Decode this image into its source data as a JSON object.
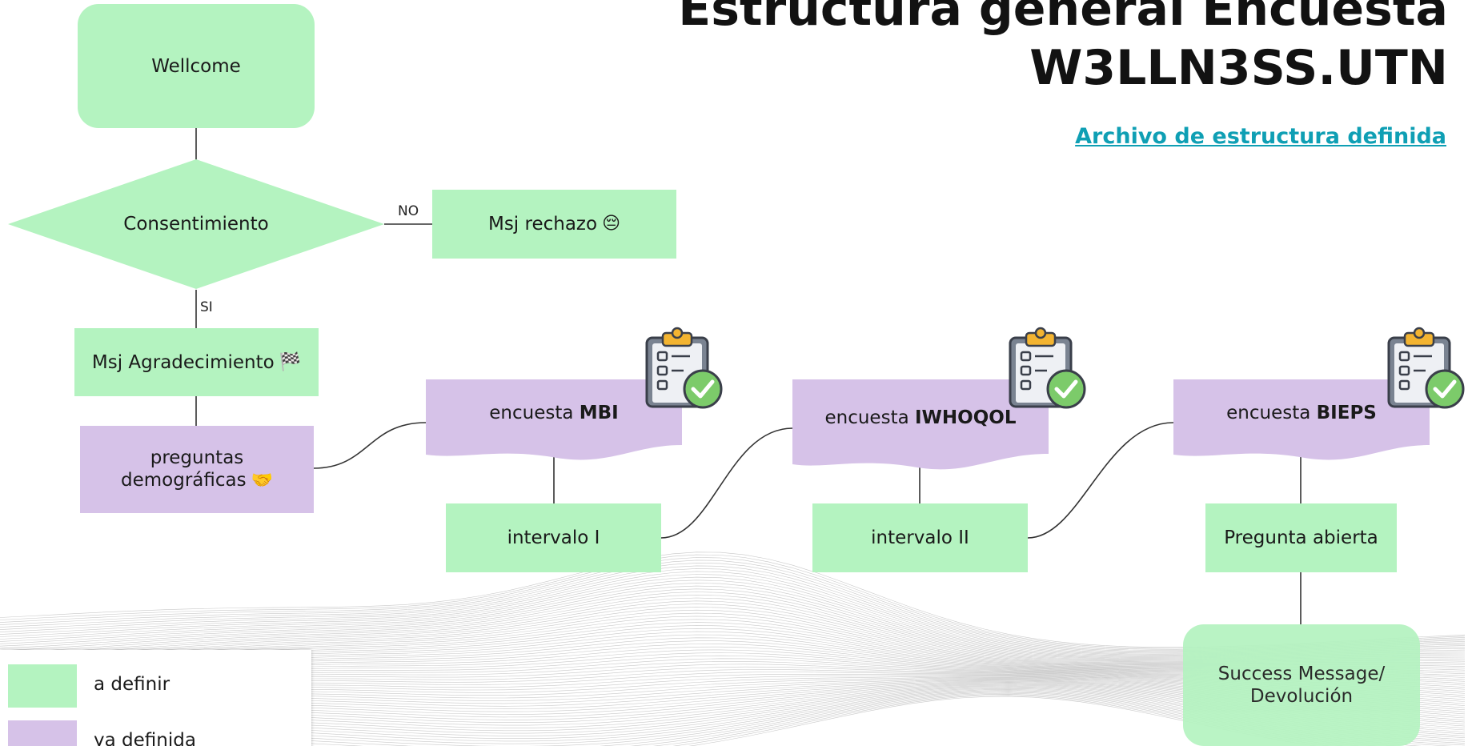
{
  "title": {
    "line1": "Estructura general Encuesta",
    "line2": "W3LLN3SS.UTN"
  },
  "link": {
    "label": "Archivo de estructura definida"
  },
  "colors": {
    "a_definir": "#b4f3c0",
    "ya_definida": "#d6c2e8",
    "link": "#0f9fb4"
  },
  "nodes": {
    "welcome": "Wellcome",
    "consent": "Consentimiento",
    "reject": "Msj rechazo",
    "reject_emoji": "😔",
    "thanks": "Msj Agradecimiento",
    "thanks_emoji": "🏁",
    "demo_line1": "preguntas",
    "demo_line2": "demográficas",
    "demo_emoji": "🤝",
    "survey_prefix": "encuesta",
    "mbi": "MBI",
    "iwhoqol": "IWHOQOL",
    "bieps": "BIEPS",
    "interval1": "intervalo I",
    "interval2": "intervalo II",
    "open_q": "Pregunta abierta",
    "success_line1": "Success Message/",
    "success_line2": "Devolución"
  },
  "edge_labels": {
    "no": "NO",
    "si": "SI"
  },
  "legend": {
    "green_label": "a definir",
    "purple_label": "ya definida"
  },
  "icons": {
    "survey_icon": "clipboard-check-icon"
  }
}
